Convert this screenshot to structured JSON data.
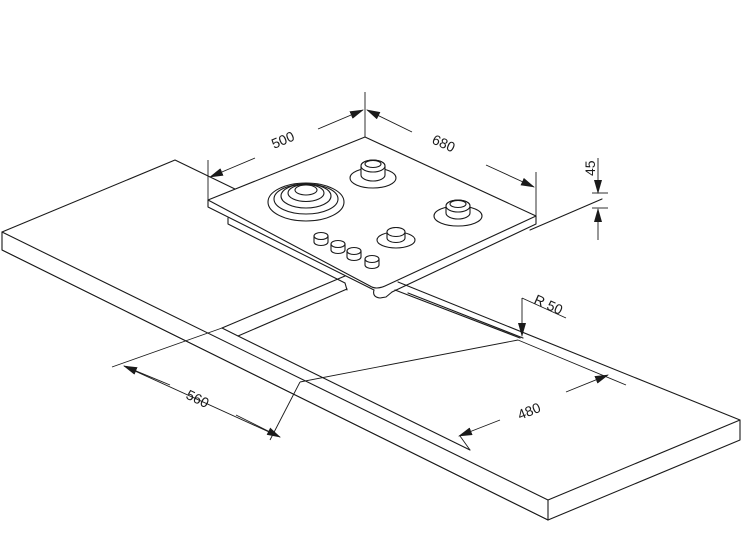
{
  "dimensions": {
    "hob_depth": "500",
    "hob_width": "680",
    "hob_height": "45",
    "corner_radius": "R 50",
    "cutout_width": "560",
    "cutout_depth": "480"
  }
}
